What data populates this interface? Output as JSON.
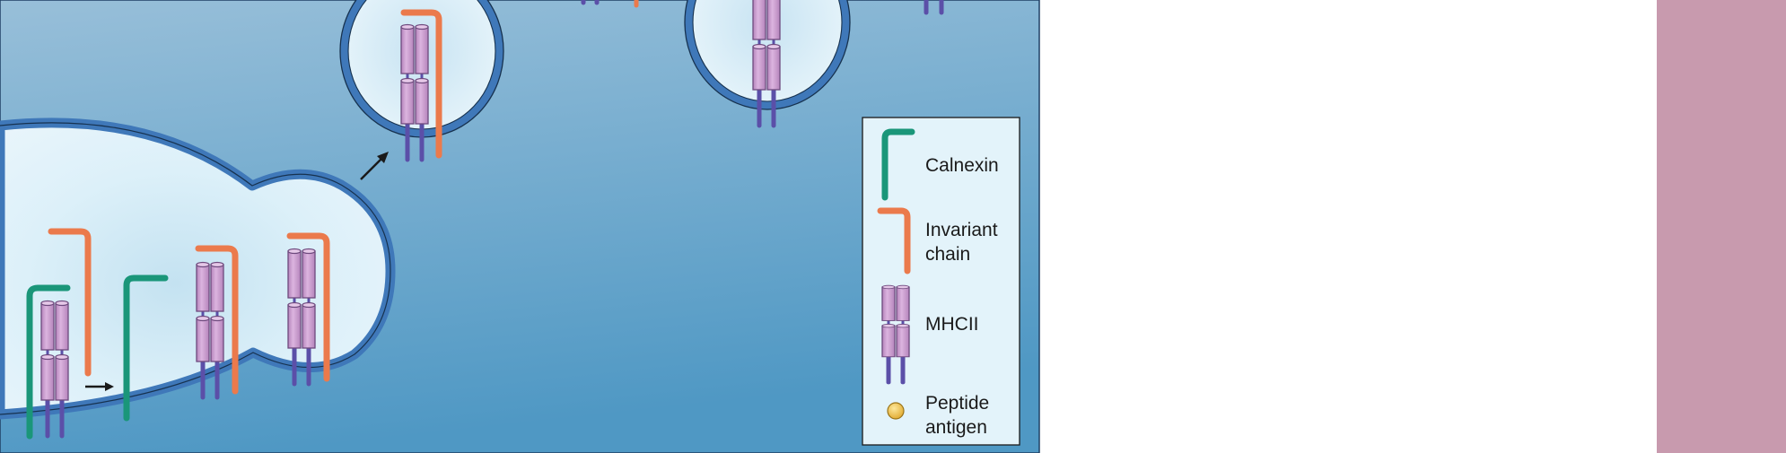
{
  "legend": {
    "items": [
      {
        "key": "calnexin",
        "lines": [
          "Calnexin"
        ]
      },
      {
        "key": "invariant",
        "lines": [
          "Invariant",
          "chain"
        ]
      },
      {
        "key": "mhcii",
        "lines": [
          "MHCII"
        ]
      },
      {
        "key": "peptide",
        "lines": [
          "Peptide",
          "antigen"
        ]
      }
    ]
  },
  "colors": {
    "panel_background": "#5b9dc6",
    "organelle_fill": "#e2f1f9",
    "membrane": "#3f78b9",
    "calnexin": "#1a9679",
    "invariant_chain": "#eb7a4c",
    "mhcii_cylinder": "#c79ccb",
    "mhcii_tail": "#5b4fa8",
    "peptide": "#f2c64a",
    "right_strip": "#c89aae"
  }
}
